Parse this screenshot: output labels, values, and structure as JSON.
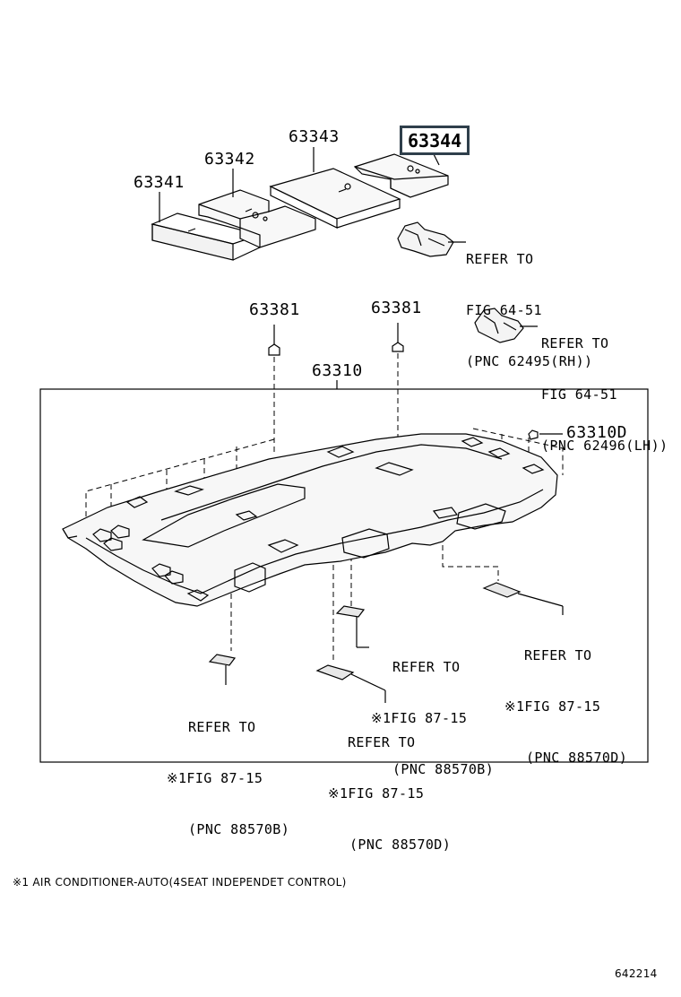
{
  "parts": {
    "p63341": "63341",
    "p63342": "63342",
    "p63343": "63343",
    "p63344": "63344",
    "p63381a": "63381",
    "p63381b": "63381",
    "p63310": "63310",
    "p63310d": "63310D"
  },
  "refs": {
    "r62495": [
      "REFER TO",
      "FIG 64-51",
      "(PNC 62495(RH))"
    ],
    "r62496": [
      "REFER TO",
      "FIG 64-51",
      "(PNC 62496(LH))"
    ],
    "r88570b_mid": [
      "REFER TO",
      "※1FIG 87-15",
      "(PNC 88570B)"
    ],
    "r88570d_right": [
      "REFER TO",
      "※1FIG 87-15",
      "(PNC 88570D)"
    ],
    "r88570b_left": [
      "REFER TO",
      "※1FIG 87-15",
      "(PNC 88570B)"
    ],
    "r88570d_bottom": [
      "REFER TO",
      "※1FIG 87-15",
      "(PNC 88570D)"
    ]
  },
  "footnote": "※1 AIR CONDITIONER-AUTO(4SEAT INDEPENDET CONTROL)",
  "figure_number": "642214",
  "colors": {
    "highlight_border": "#2f3f4b",
    "line": "#000000"
  }
}
